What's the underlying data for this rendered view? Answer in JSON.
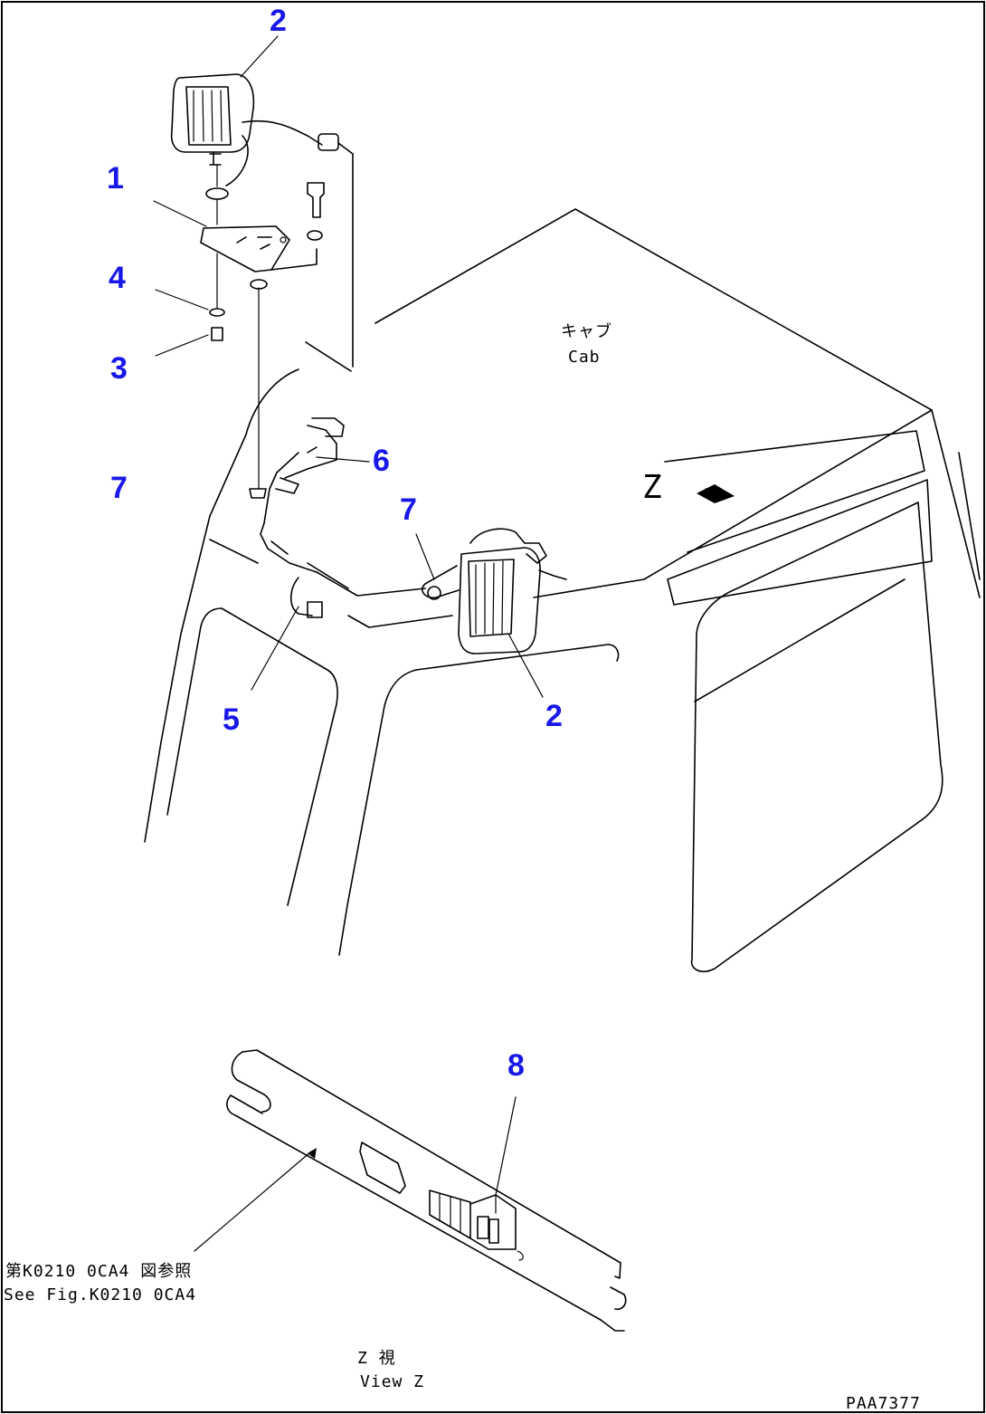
{
  "callouts": {
    "item_1": "1",
    "item_2_top": "2",
    "item_2_cab": "2",
    "item_3": "3",
    "item_4": "4",
    "item_5": "5",
    "item_6": "6",
    "item_7_left": "7",
    "item_7_cab": "7",
    "item_8": "8"
  },
  "labels": {
    "cab_jp": "キャブ",
    "cab_en": "Cab",
    "view_marker": "Z",
    "reference_jp": "第K0210 0CA4 図参照",
    "reference_en": "See Fig.K0210 0CA4",
    "view_jp": "Z 視",
    "view_en": "View Z",
    "drawing_number": "PAA7377"
  }
}
